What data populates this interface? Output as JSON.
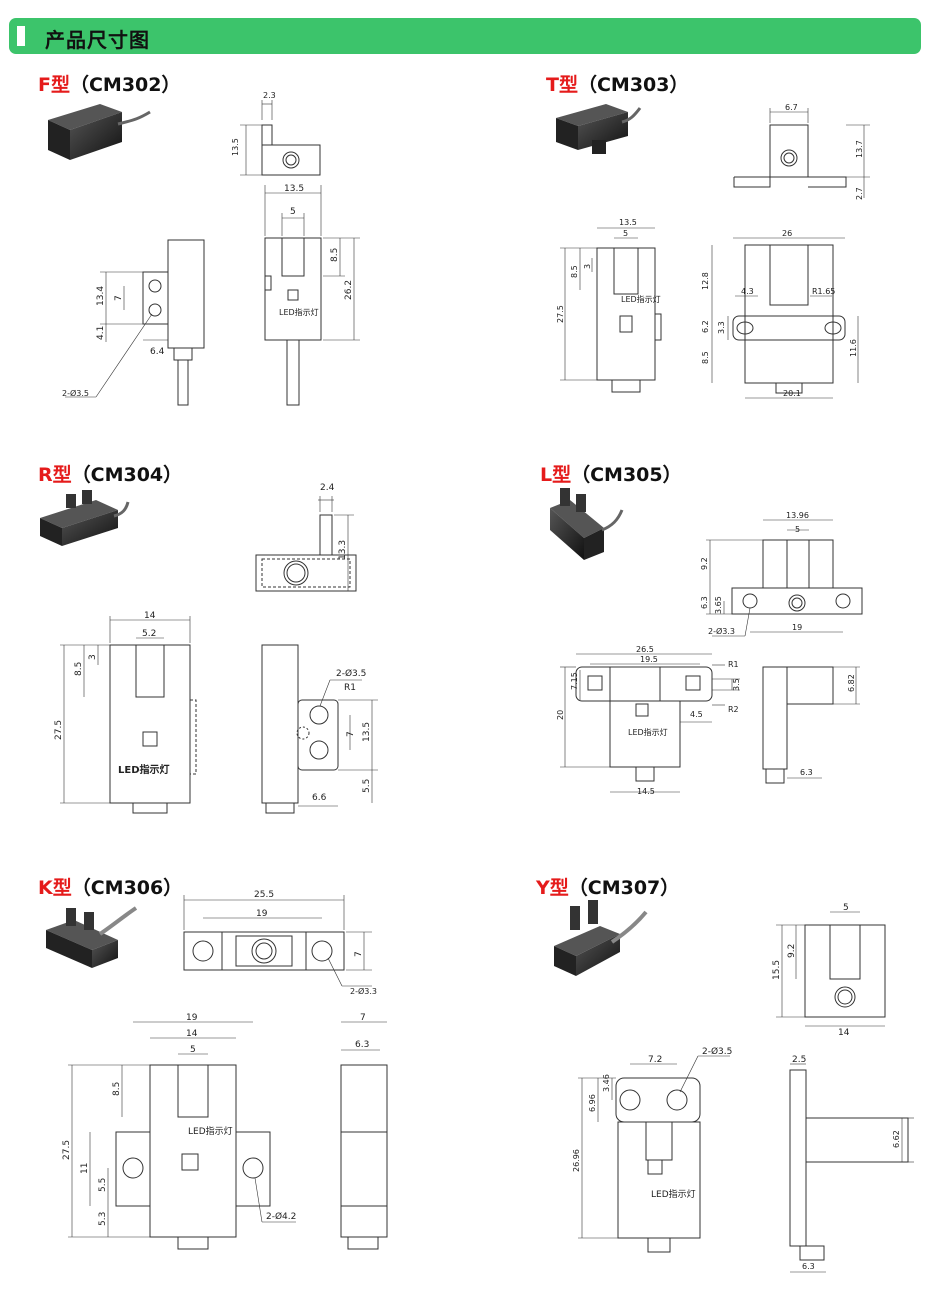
{
  "header": {
    "title": "产品尺寸图"
  },
  "models": [
    {
      "type": "F型",
      "code": "（CM302）",
      "dims": {
        "a": "2.3",
        "b": "13.5",
        "c": "13.5",
        "d": "5",
        "e": "8.5",
        "f": "26.2",
        "g": "13.4",
        "h": "7",
        "i": "4.1",
        "j": "6.4",
        "k": "2-Ø3.5"
      },
      "led": "LED指示灯"
    },
    {
      "type": "T型",
      "code": "（CM303）",
      "dims": {
        "a": "6.7",
        "b": "13.7",
        "c": "2.7",
        "d": "13.5",
        "e": "5",
        "f": "3",
        "g": "8.5",
        "h": "27.5",
        "i": "26",
        "j": "12.8",
        "k": "4.3",
        "l": "R1.65",
        "m": "3.3",
        "n": "6.2",
        "o": "8.5",
        "p": "11.6",
        "q": "20.1"
      },
      "led": "LED指示灯"
    },
    {
      "type": "R型",
      "code": "（CM304）",
      "dims": {
        "a": "2.4",
        "b": "13.3",
        "c": "14",
        "d": "5.2",
        "e": "3",
        "f": "8.5",
        "g": "27.5",
        "h": "2-Ø3.5",
        "i": "R1",
        "j": "7",
        "k": "13.5",
        "l": "5.5",
        "m": "6.6"
      },
      "led": "LED指示灯"
    },
    {
      "type": "L型",
      "code": "（CM305）",
      "dims": {
        "a": "13.96",
        "b": "5",
        "c": "9.2",
        "d": "6.3",
        "e": "3.65",
        "f": "2-Ø3.3",
        "g": "19",
        "h": "26.5",
        "i": "19.5",
        "j": "R1",
        "k": "7.15",
        "l": "3.5",
        "m": "20",
        "n": "4.5",
        "o": "R2",
        "p": "14.5",
        "q": "6.82",
        "r": "6.3"
      },
      "led": "LED指示灯"
    },
    {
      "type": "K型",
      "code": "（CM306）",
      "dims": {
        "a": "25.5",
        "b": "19",
        "c": "7",
        "d": "2-Ø3.3",
        "e": "19",
        "f": "14",
        "g": "5",
        "h": "8.5",
        "i": "27.5",
        "j": "11",
        "k": "5.5",
        "l": "5.3",
        "m": "2-Ø4.2",
        "n": "7",
        "o": "6.3"
      },
      "led": "LED指示灯"
    },
    {
      "type": "Y型",
      "code": "（CM307）",
      "dims": {
        "a": "5",
        "b": "9.2",
        "c": "15.5",
        "d": "14",
        "e": "7.2",
        "f": "2-Ø3.5",
        "g": "3.46",
        "h": "6.96",
        "i": "26.96",
        "j": "2.5",
        "k": "6.62",
        "l": "6.3"
      },
      "led": "LED指示灯"
    }
  ]
}
